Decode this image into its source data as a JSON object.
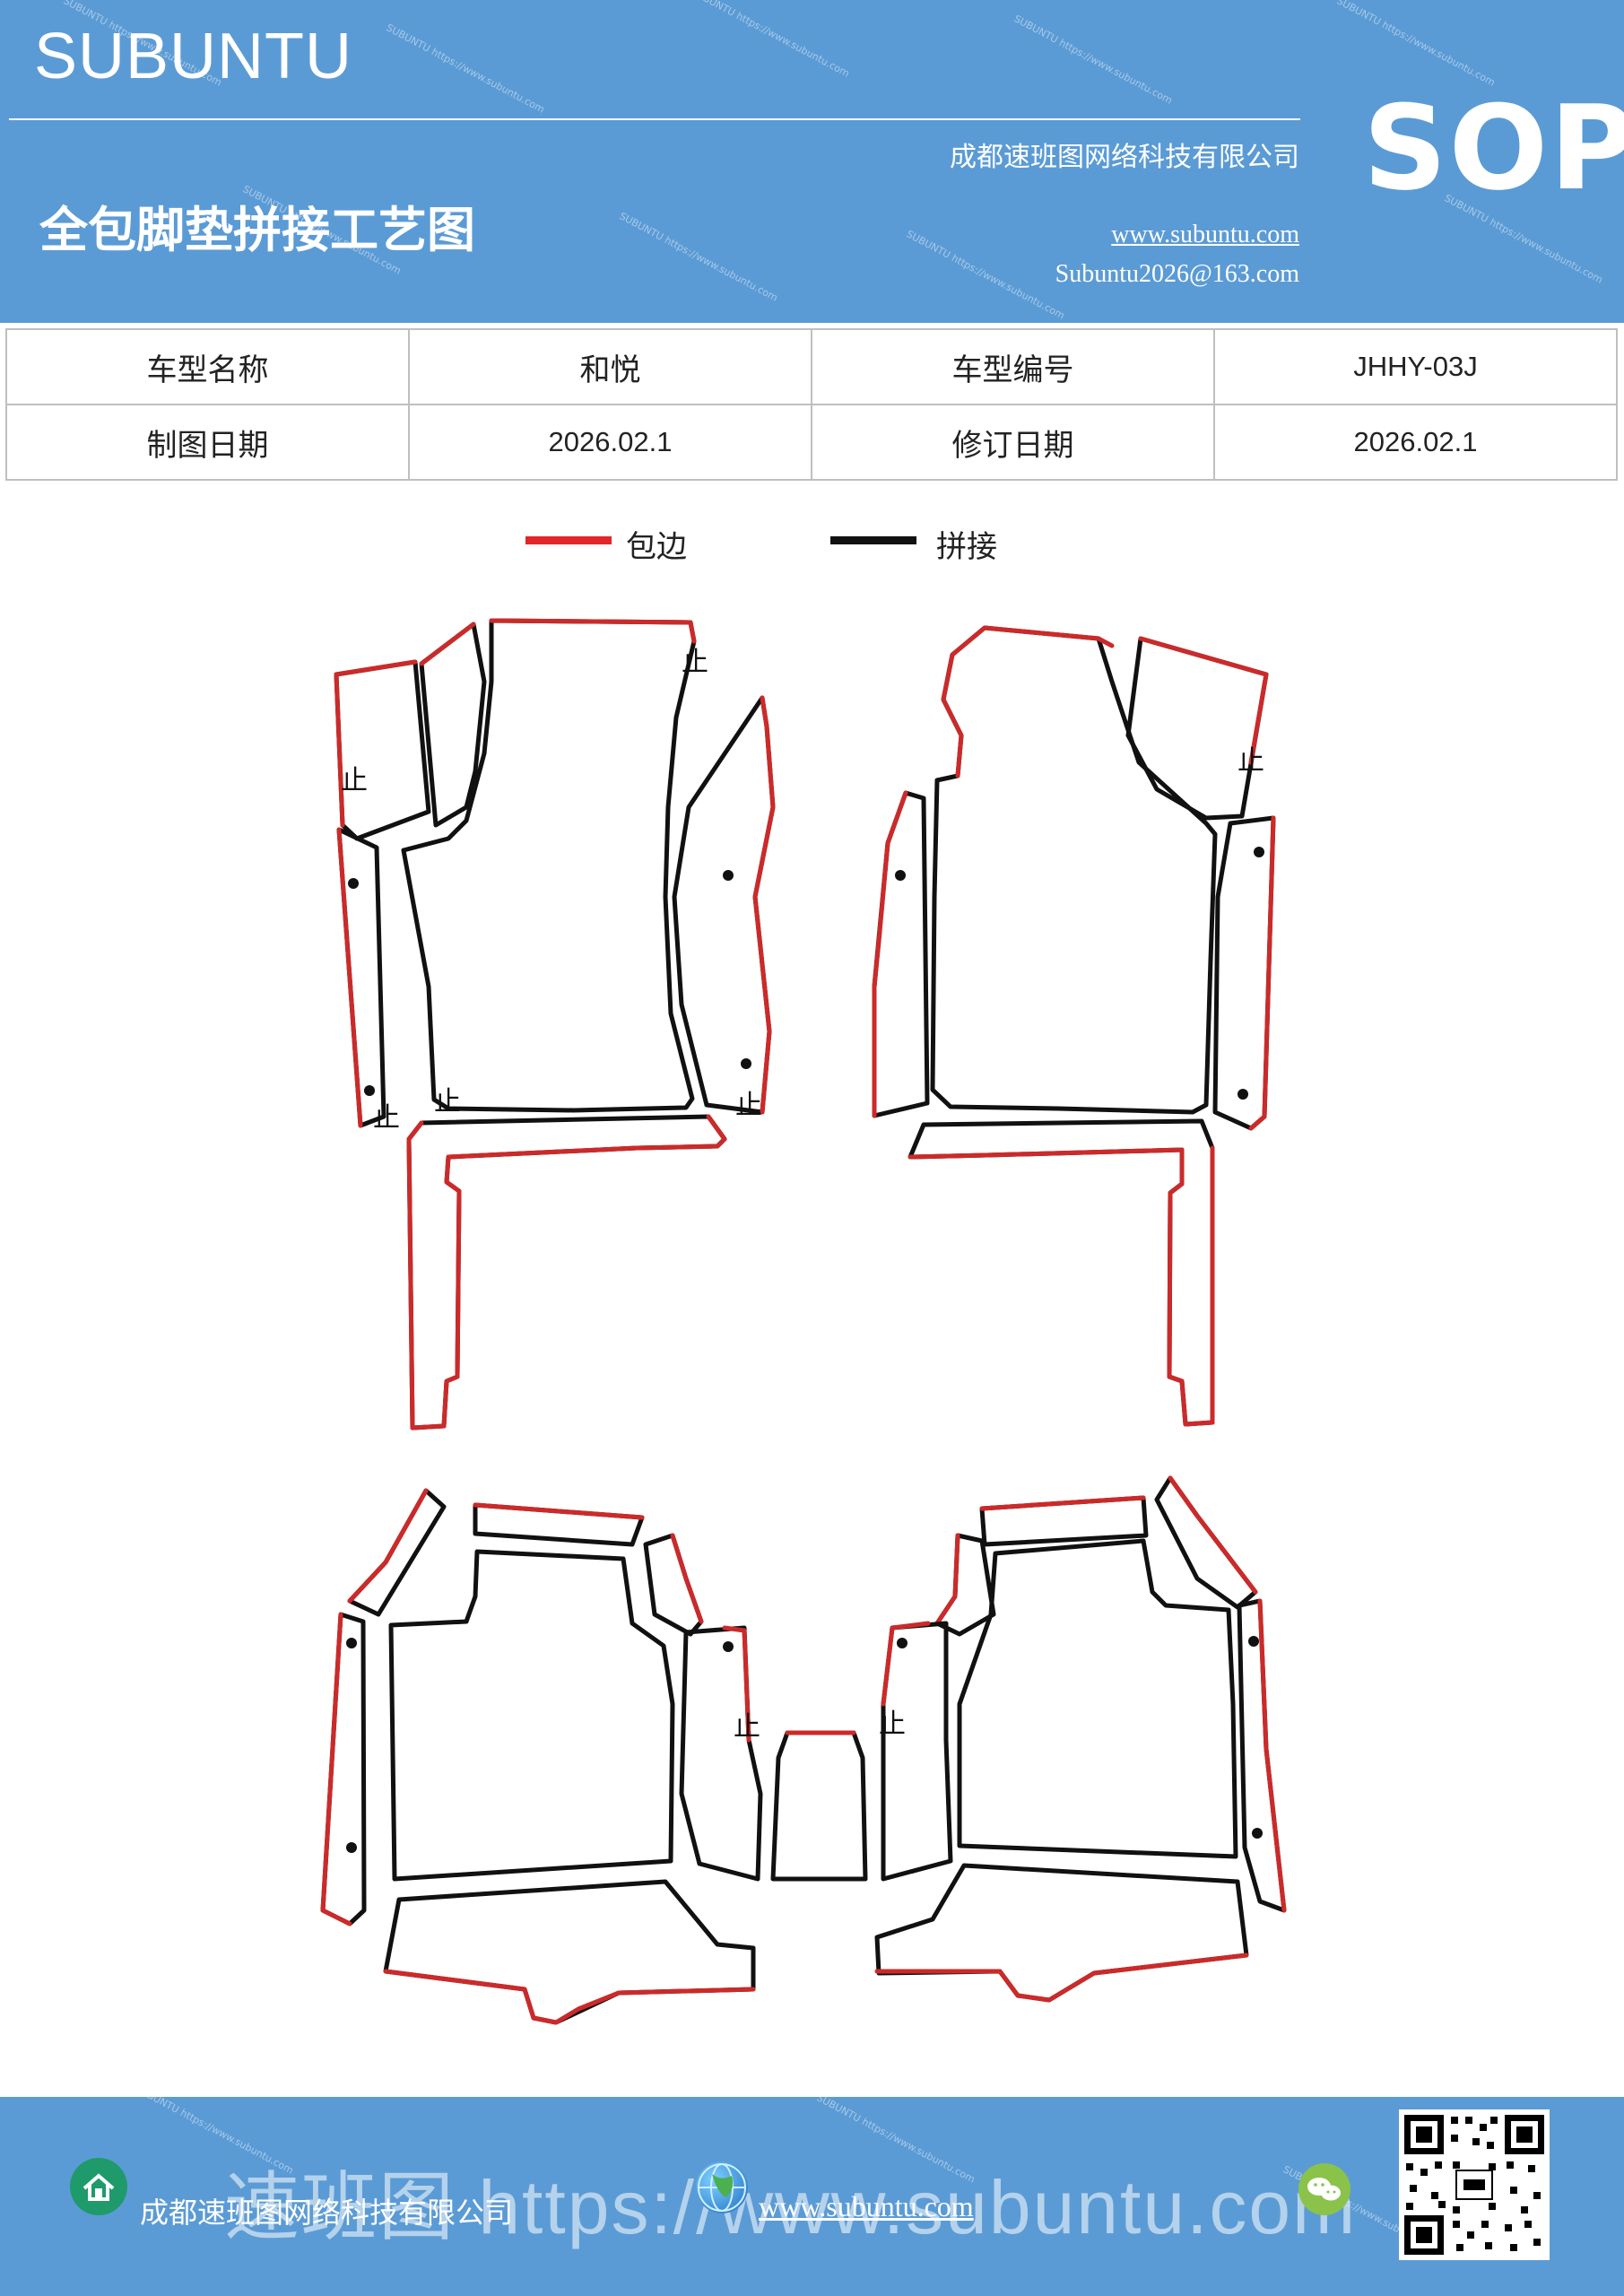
{
  "header": {
    "brand": "SUBUNTU",
    "title": "全包脚垫拼接工艺图",
    "company": "成都速班图网络科技有限公司",
    "website": "www.subuntu.com",
    "email": "Subuntu2026@163.com",
    "badge": "SOP",
    "watermark": "SUBUNTU https://www.subuntu.com"
  },
  "info_table": {
    "rows": [
      [
        "车型名称",
        "和悦",
        "车型编号",
        "JHHY-03J"
      ],
      [
        "制图日期",
        "2026.02.1",
        "修订日期",
        "2026.02.1"
      ]
    ]
  },
  "legend": {
    "items": [
      {
        "label": "包边",
        "color": "#e3262a"
      },
      {
        "label": "拼接",
        "color": "#111111"
      }
    ]
  },
  "diagram": {
    "stop_mark": "止",
    "edge_color": "#cc2a2a",
    "seam_color": "#111111"
  },
  "footer": {
    "company": "成都速班图网络科技有限公司",
    "website": "www.subuntu.com",
    "watermark": "速班图 https://www.subuntu.com",
    "icons": [
      "home-icon",
      "globe-icon",
      "wechat-icon"
    ],
    "qr_label": "QR code"
  },
  "colors": {
    "header_bg": "#5b9bd5",
    "white": "#ffffff"
  }
}
